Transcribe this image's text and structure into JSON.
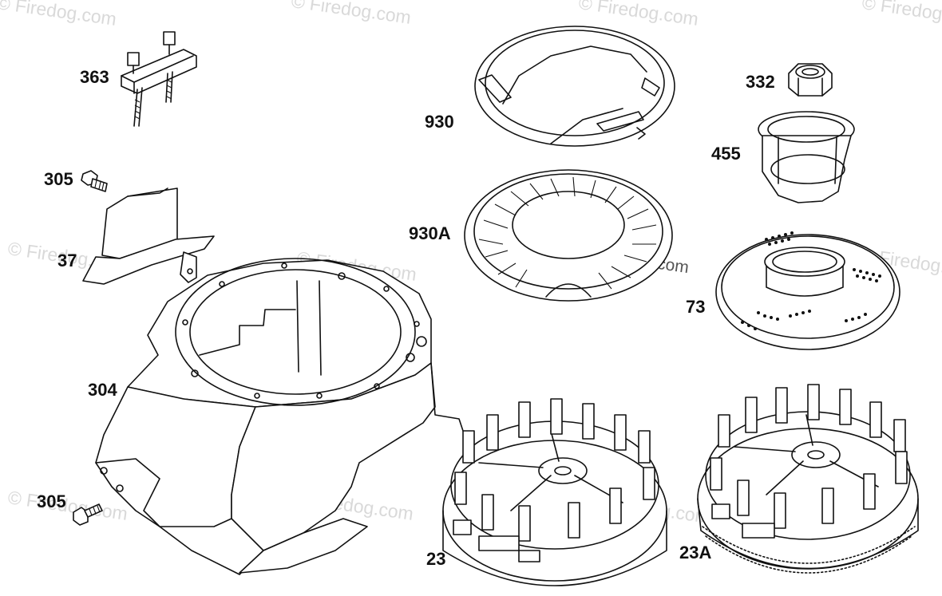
{
  "watermark": {
    "text": "© Firedog.com"
  },
  "labels": {
    "p363": "363",
    "p930": "930",
    "p332": "332",
    "p455": "455",
    "p305_top": "305",
    "p930A": "930A",
    "p37": "37",
    "p73": "73",
    "p304": "304",
    "p305_bottom": "305",
    "p23A": "23A",
    "p23_partial": "23"
  },
  "colors": {
    "line": "#111111",
    "background": "#ffffff",
    "watermark": "#d9d9d9"
  }
}
